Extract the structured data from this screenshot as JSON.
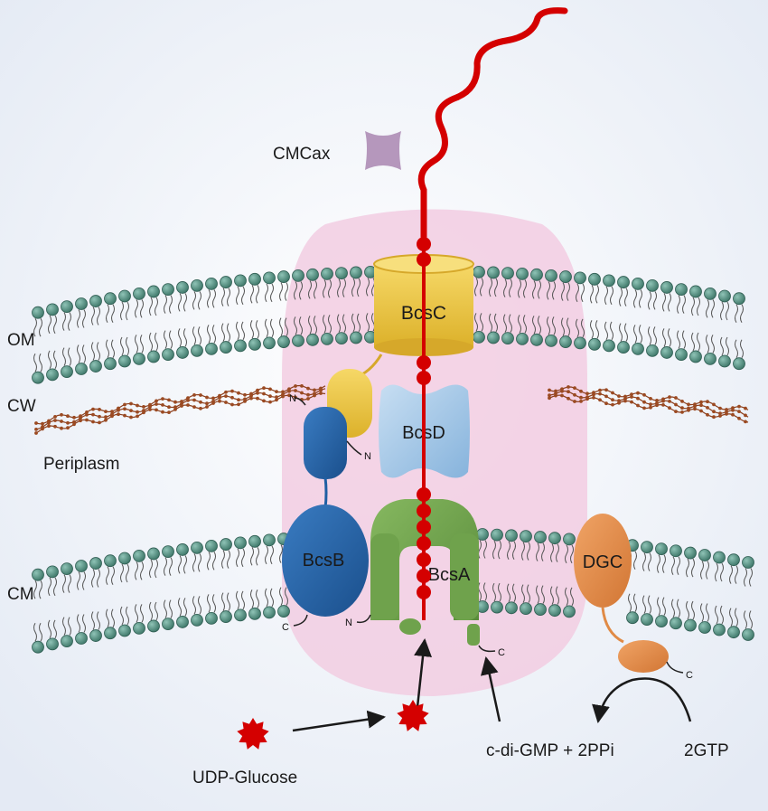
{
  "labels": {
    "cmcax": "CMCax",
    "om": "OM",
    "cw": "CW",
    "periplasm": "Periplasm",
    "cm": "CM",
    "udp_glucose": "UDP-Glucose",
    "cdigmp": "c-di-GMP + 2PPi",
    "gtp": "2GTP"
  },
  "proteins": {
    "bcsc": "BcsC",
    "bcsd": "BcsD",
    "bcsb": "BcsB",
    "bcsa": "BcsA",
    "dgc": "DGC"
  },
  "termini": {
    "n": "N",
    "c": "C"
  },
  "colors": {
    "background": "#e9eef7",
    "complex": "#f0cfe3",
    "lipid_head": "#5f9a8c",
    "cell_wall": "#9b4a22",
    "bcsc": "#e9c23c",
    "bcsd": "#a9cbe8",
    "bcsb": "#1f5fa3",
    "bcsa": "#6fa24c",
    "dgc": "#e08a45",
    "cellulose": "#d40000"
  }
}
